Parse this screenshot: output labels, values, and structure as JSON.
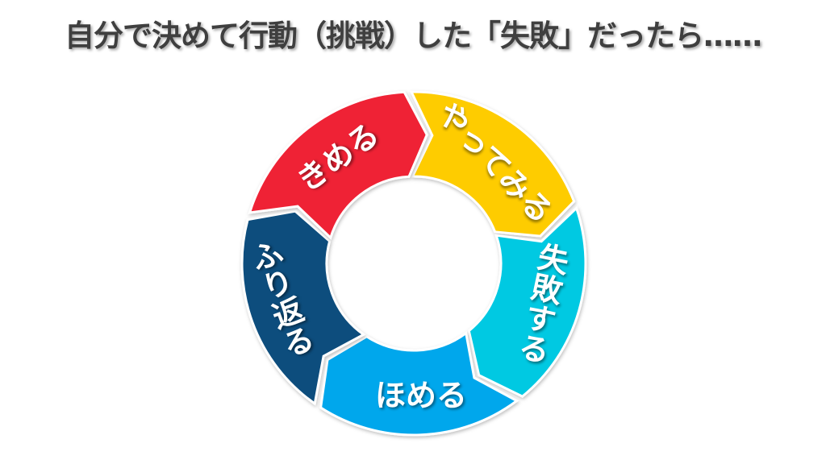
{
  "title": "自分で決めて行動（挑戦）した「失敗」だったら……",
  "cycle": {
    "steps": [
      {
        "label": "きめる",
        "color": "#FECC00"
      },
      {
        "label": "やってみる",
        "color": "#00C9E2"
      },
      {
        "label": "失敗する",
        "color": "#02A7EC"
      },
      {
        "label": "ほめる",
        "color": "#0B4E7D"
      },
      {
        "label": "ふり返る",
        "color": "#EF2235"
      }
    ],
    "direction": "clockwise"
  }
}
